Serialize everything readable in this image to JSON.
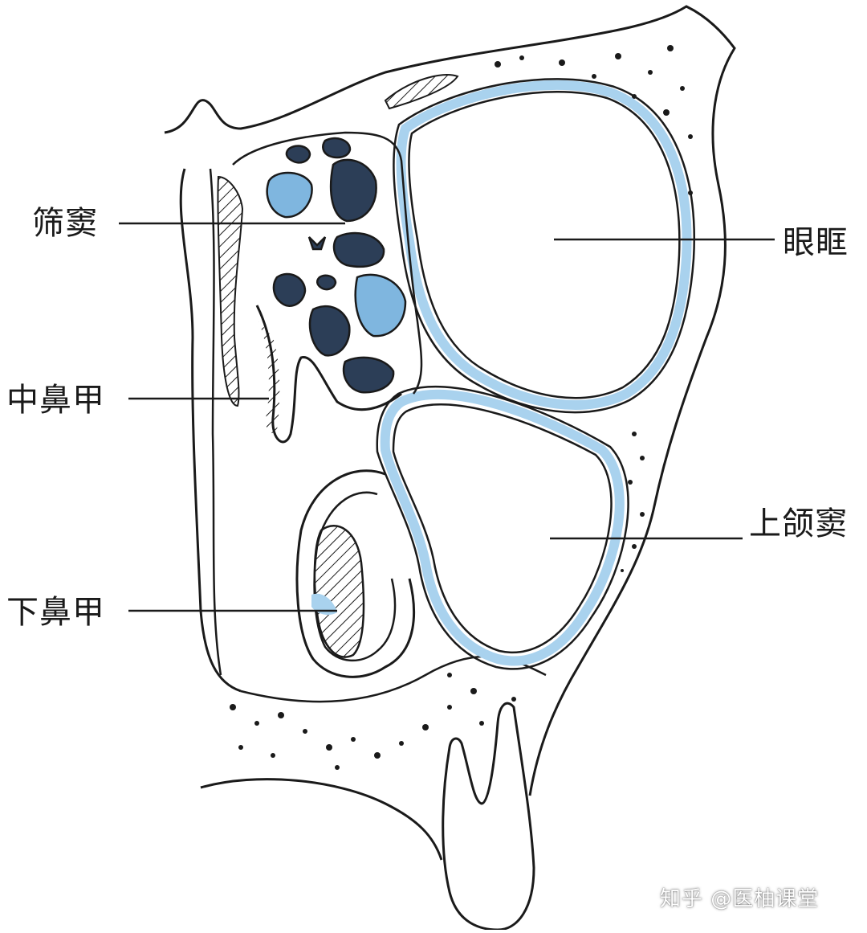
{
  "labels": {
    "ethmoid_sinus": "筛窦",
    "middle_turbinate": "中鼻甲",
    "inferior_turbinate": "下鼻甲",
    "orbit": "眼眶",
    "maxillary_sinus": "上颌窦"
  },
  "watermark": "知乎 @医柚课堂",
  "colors": {
    "line": "#1a1a1a",
    "mucosa_blue": "#a9d2ee",
    "cell_fill": "#7fb6df",
    "cell_dark": "#2c3e57",
    "paper": "#ffffff"
  }
}
